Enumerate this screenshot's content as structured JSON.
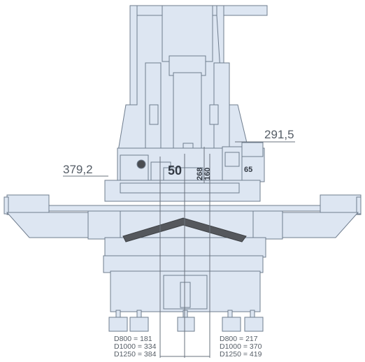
{
  "dimensions": {
    "top_right": "291,5",
    "left": "379,2",
    "center_bold": "50",
    "vertical_1": "268",
    "vertical_2": "160",
    "right_small": "65"
  },
  "table_left": [
    "D800 = 181",
    "D1000 = 334",
    "D1250 = 384"
  ],
  "table_right": [
    "D800 = 217",
    "D1000 = 370",
    "D1250 = 419"
  ],
  "colors": {
    "machine_fill": "#dde6f2",
    "machine_stroke": "#6f7d8e",
    "dim_line": "#6a737d",
    "dark_fill": "#4a4d52"
  }
}
